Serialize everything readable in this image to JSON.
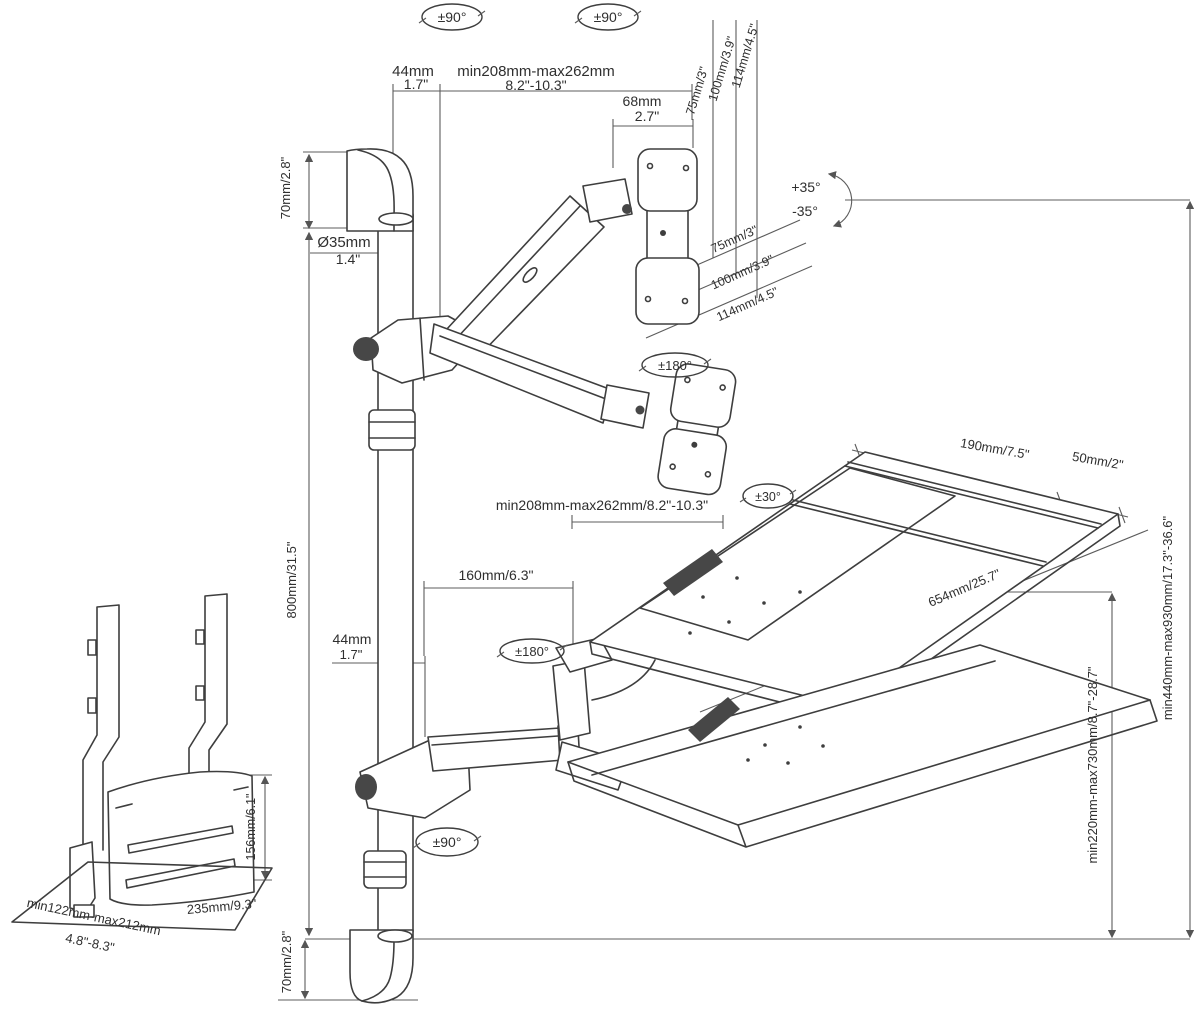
{
  "diagram": {
    "colors": {
      "line": "#3e3e3e",
      "dim_line": "#5c5c5c",
      "text": "#2f2f2f",
      "background": "#ffffff",
      "grip": "#474747"
    },
    "rotations": {
      "pole_top_left": "±90°",
      "pole_top_right": "±90°",
      "monitor_swivel": "±180°",
      "tray_swivel": "±180°",
      "tray_tilt": "±30°",
      "pole_swivel_bottom": "±90°",
      "monitor_tilt_up": "+35°",
      "monitor_tilt_down": "-35°"
    },
    "dims": {
      "top_offset": {
        "mm": "44mm",
        "inch": "1.7\""
      },
      "top_reach": {
        "mm": "min208mm-max262mm",
        "inch": "8.2\"-10.3\""
      },
      "vesa_offset": {
        "mm": "68mm",
        "inch": "2.7\""
      },
      "vesa_75": "75mm/3\"",
      "vesa_100": "100mm/3.9\"",
      "vesa_114": "114mm/4.5\"",
      "bracket_top": "70mm/2.8\"",
      "pole_diameter": {
        "mm": "Ø35mm",
        "inch": "1.4\""
      },
      "tray_back_width": "190mm/7.5\"",
      "tray_back_ext": "50mm/2\"",
      "tray_reach": "min208mm-max262mm/8.2\"-10.3\"",
      "tray_arm": "160mm/6.3\"",
      "tray_width": "654mm/25.7\"",
      "pole_length": "800mm/31.5\"",
      "mid_offset": {
        "mm": "44mm",
        "inch": "1.7\""
      },
      "monitor_height_range": "min440mm-max930mm/17.3\"-36.6\"",
      "tray_height_range": "min220mm-max730mm/8.7\"-28.7\"",
      "cpu_height": "156mm/6.1\"",
      "cpu_base_depth": "235mm/9.3\"",
      "cpu_width": {
        "mm": "min122mm-max212mm",
        "inch": "4.8\"-8.3\""
      },
      "bracket_bottom": "70mm/2.8\""
    }
  }
}
